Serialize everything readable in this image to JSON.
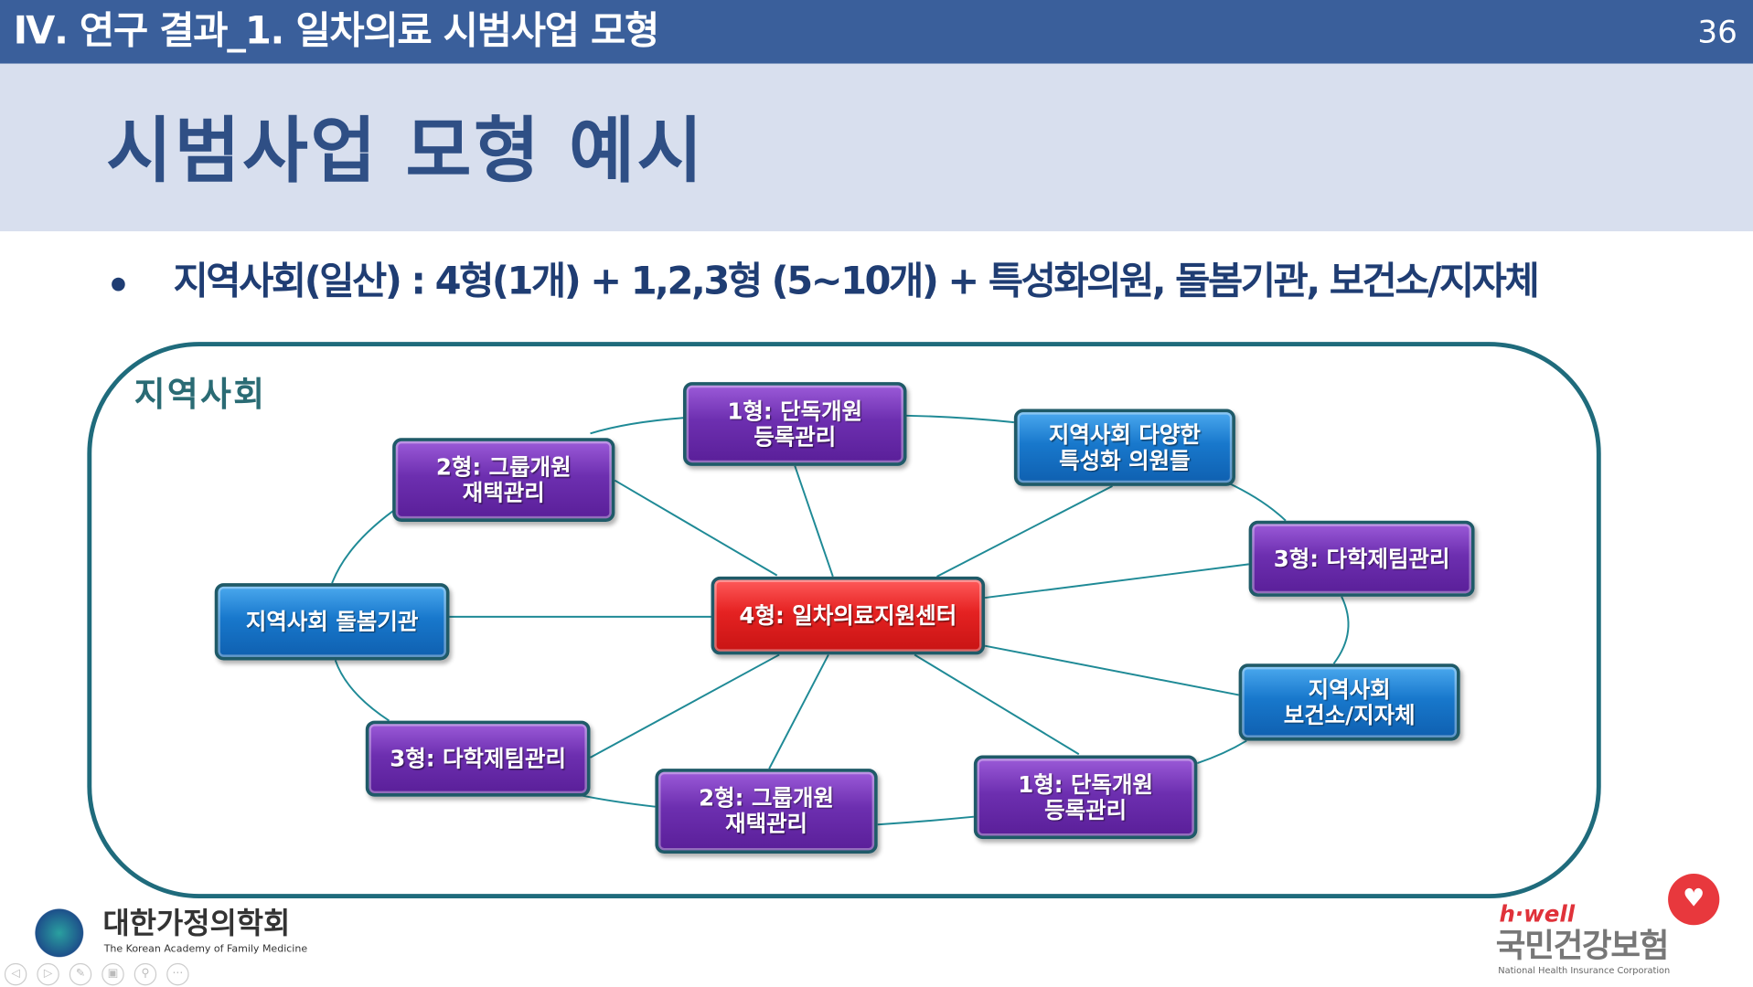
{
  "header": {
    "title": "Ⅳ. 연구 결과_1. 일차의료 시범사업 모형",
    "page": "36"
  },
  "title": "시범사업 모형 예시",
  "bullet": "지역사회(일산) : 4형(1개) + 1,2,3형 (5~10개) + 특성화의원, 돌봄기관, 보건소/지자체",
  "diagram": {
    "frame_label": "지역사회",
    "center": "4형: 일차의료지원센터",
    "nodes": [
      {
        "id": "type1-top",
        "label": "1형: 단독개원\n등록관리",
        "color": "purple"
      },
      {
        "id": "special-clinics",
        "label": "지역사회 다양한\n특성화 의원들",
        "color": "blue"
      },
      {
        "id": "type3-right",
        "label": "3형: 다학제팀관리",
        "color": "purple"
      },
      {
        "id": "public-health",
        "label": "지역사회\n보건소/지자체",
        "color": "blue"
      },
      {
        "id": "type1-bottom",
        "label": "1형: 단독개원\n등록관리",
        "color": "purple"
      },
      {
        "id": "type2-bottom",
        "label": "2형: 그룹개원\n재택관리",
        "color": "purple"
      },
      {
        "id": "type3-left",
        "label": "3형: 다학제팀관리",
        "color": "purple"
      },
      {
        "id": "care-institution",
        "label": "지역사회 돌봄기관",
        "color": "blue"
      },
      {
        "id": "type2-top",
        "label": "2형: 그룹개원\n재택관리",
        "color": "purple"
      }
    ],
    "colors": {
      "purple": "#6d2fb0",
      "blue": "#1878cc",
      "red": "#e52222",
      "line": "#1f8a96",
      "frame": "#1f6b7c"
    }
  },
  "footer": {
    "left_logo": {
      "name_ko": "대한가정의학회",
      "name_en": "The Korean Academy of Family Medicine"
    },
    "right_logo": {
      "brand": "h·well",
      "name_ko": "국민건강보험",
      "name_en": "National Health Insurance Corporation"
    },
    "nav_icons": [
      "prev-icon",
      "next-icon",
      "pen-icon",
      "slides-icon",
      "zoom-icon",
      "more-icon"
    ]
  }
}
